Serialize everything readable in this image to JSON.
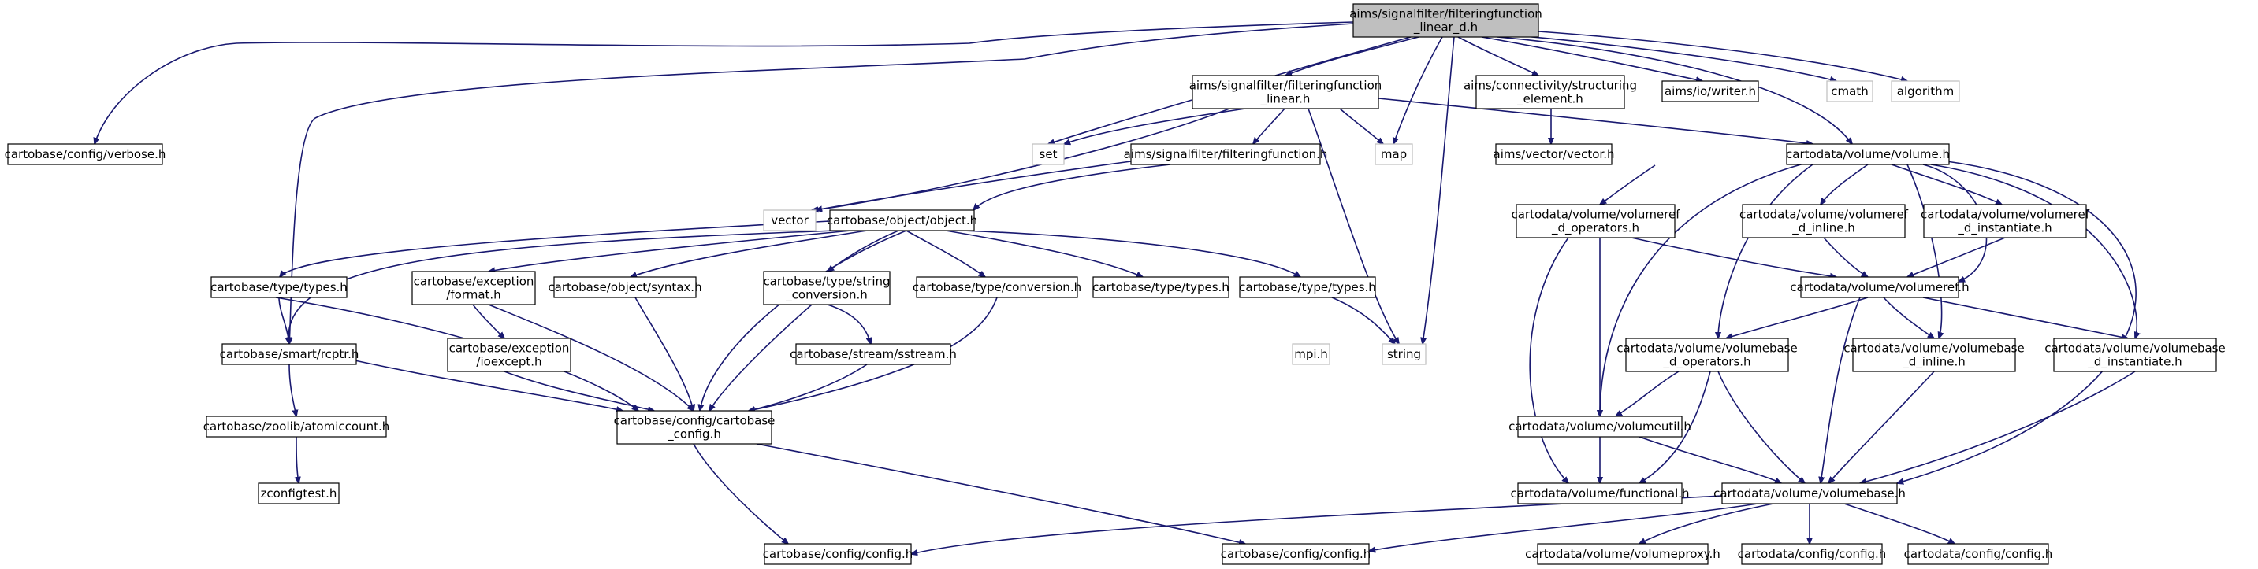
{
  "nodes": {
    "root": [
      "aims/signalfilter/filteringfunction",
      "_linear_d.h"
    ],
    "verbose": [
      "cartobase/config/verbose.h"
    ],
    "ff_linear": [
      "aims/signalfilter/filteringfunction",
      "_linear.h"
    ],
    "struct_elem": [
      "aims/connectivity/structuring",
      "_element.h"
    ],
    "writer": [
      "aims/io/writer.h"
    ],
    "cmath": [
      "cmath"
    ],
    "algorithm": [
      "algorithm"
    ],
    "set": [
      "set"
    ],
    "map": [
      "map"
    ],
    "aims_vector": [
      "aims/vector/vector.h"
    ],
    "volume": [
      "cartodata/volume/volume.h"
    ],
    "ff": [
      "aims/signalfilter/filteringfunction.h"
    ],
    "vector": [
      "vector"
    ],
    "object": [
      "cartobase/object/object.h"
    ],
    "vr_ops": [
      "cartodata/volume/volumeref",
      "_d_operators.h"
    ],
    "vr_inline": [
      "cartodata/volume/volumeref",
      "_d_inline.h"
    ],
    "vr_inst": [
      "cartodata/volume/volumeref",
      "_d_instantiate.h"
    ],
    "types_a": [
      "cartobase/type/types.h"
    ],
    "exc_format": [
      "cartobase/exception",
      "/format.h"
    ],
    "syntax": [
      "cartobase/object/syntax.h"
    ],
    "string_conv": [
      "cartobase/type/string",
      "_conversion.h"
    ],
    "conversion": [
      "cartobase/type/conversion.h"
    ],
    "types_b": [
      "cartobase/type/types.h"
    ],
    "types_c": [
      "cartobase/type/types.h"
    ],
    "volumeref": [
      "cartodata/volume/volumeref.h"
    ],
    "rcptr": [
      "cartobase/smart/rcptr.h"
    ],
    "ioexcept": [
      "cartobase/exception",
      "/ioexcept.h"
    ],
    "sstream": [
      "cartobase/stream/sstream.h"
    ],
    "mpi": [
      "mpi.h"
    ],
    "string": [
      "string"
    ],
    "vb_ops": [
      "cartodata/volume/volumebase",
      "_d_operators.h"
    ],
    "vb_inline": [
      "cartodata/volume/volumebase",
      "_d_inline.h"
    ],
    "vb_inst": [
      "cartodata/volume/volumebase",
      "_d_instantiate.h"
    ],
    "atomiccount": [
      "cartobase/zoolib/atomiccount.h"
    ],
    "cartobase_config": [
      "cartobase/config/cartobase",
      "_config.h"
    ],
    "volumeutil": [
      "cartodata/volume/volumeutil.h"
    ],
    "zconfigtest": [
      "zconfigtest.h"
    ],
    "functional": [
      "cartodata/volume/functional.h"
    ],
    "volumebase": [
      "cartodata/volume/volumebase.h"
    ],
    "cb_config_1": [
      "cartobase/config/config.h"
    ],
    "cb_config_2": [
      "cartobase/config/config.h"
    ],
    "volumeproxy": [
      "cartodata/volume/volumeproxy.h"
    ],
    "cd_config_1": [
      "cartodata/config/config.h"
    ],
    "cd_config_2": [
      "cartodata/config/config.h"
    ]
  },
  "colors": {
    "edge": "#191970",
    "node_border": "#000000",
    "external_border": "#bfbfbf",
    "root_fill": "#bfbfbf"
  }
}
